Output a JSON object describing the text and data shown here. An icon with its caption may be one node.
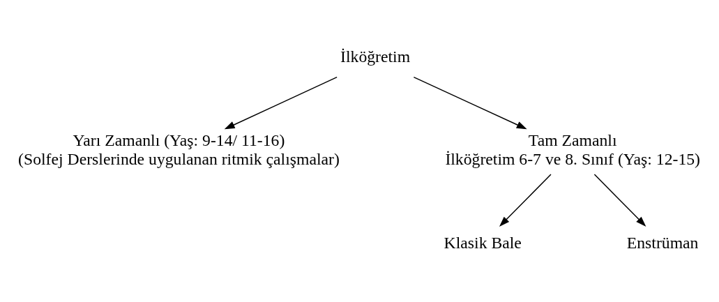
{
  "diagram": {
    "nodes": [
      {
        "text": [
          "İlköğretim"
        ]
      },
      {
        "text": [
          "Yarı Zamanlı (Yaş: 9-14/ 11-16)",
          "(Solfej Derslerinde uygulanan ritmik çalışmalar)"
        ]
      },
      {
        "text": [
          "Tam Zamanlı",
          "İlköğretim 6-7 ve 8. Sınıf (Yaş: 12-15)"
        ]
      },
      {
        "text": [
          "Klasik Bale"
        ]
      },
      {
        "text": [
          "Enstrüman"
        ]
      }
    ],
    "edges": [
      {
        "from": 0,
        "to": 1,
        "arrow": "to"
      },
      {
        "from": 0,
        "to": 2,
        "arrow": "to"
      },
      {
        "from": 2,
        "to": 3,
        "arrow": "to"
      },
      {
        "from": 2,
        "to": 4,
        "arrow": "to"
      }
    ]
  }
}
